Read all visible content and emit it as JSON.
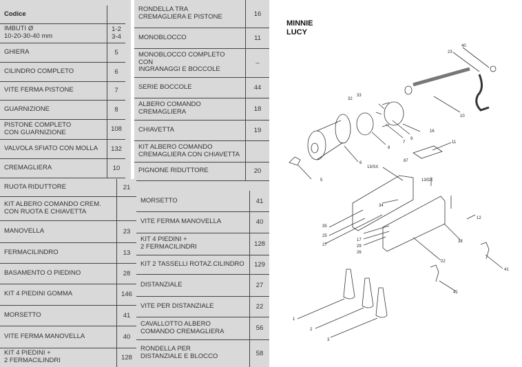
{
  "tables": {
    "top_left": {
      "header": "Codice",
      "rows": [
        {
          "desc": "IMBUTI  Ø\n 10-20-30-40 mm",
          "num": "1-2\n3-4"
        },
        {
          "desc": "GHIERA",
          "num": "5"
        },
        {
          "desc": "CILINDRO COMPLETO",
          "num": "6"
        },
        {
          "desc": "VITE FERMA  PISTONE",
          "num": "7"
        },
        {
          "desc": "GUARNIZIONE",
          "num": "8"
        },
        {
          "desc": "PISTONE COMPLETO\nCON GUARNIZIONE",
          "num": "108"
        },
        {
          "desc": "VALVOLA SFIATO CON MOLLA",
          "num": "132"
        },
        {
          "desc": "CREMAGLIERA",
          "num": "10"
        }
      ]
    },
    "top_middle": {
      "rows": [
        {
          "desc": "RONDELLA TRA\nCREMAGLIERA E PISTONE",
          "num": "16"
        },
        {
          "desc": "MONOBLOCCO",
          "num": "11"
        },
        {
          "desc": "MONOBLOCCO COMPLETO CON\nINGRANAGGI E BOCCOLE",
          "num": "–"
        },
        {
          "desc": "SERIE BOCCOLE",
          "num": "44"
        },
        {
          "desc": "ALBERO COMANDO CREMAGLIERA",
          "num": "18"
        },
        {
          "desc": "CHIAVETTA",
          "num": "19"
        },
        {
          "desc": "KIT ALBERO COMANDO\nCREMAGLIERA CON CHIAVETTA",
          "num": ""
        },
        {
          "desc": "PIGNONE RIDUTTORE",
          "num": "20"
        }
      ]
    },
    "bottom_left": {
      "rows": [
        {
          "desc": "RUOTA RIDUTTORE",
          "num": "21"
        },
        {
          "desc": "KIT ALBERO COMANDO CREM.\nCON RUOTA E CHIAVETTA",
          "num": ""
        },
        {
          "desc": "MANOVELLA",
          "num": "23"
        },
        {
          "desc": "FERMACILINDRO",
          "num": "13"
        },
        {
          "desc": "BASAMENTO O PIEDINO",
          "num": "28"
        },
        {
          "desc": "KIT 4 PIEDINI GOMMA",
          "num": "146"
        },
        {
          "desc": "MORSETTO",
          "num": "41"
        },
        {
          "desc": "VITE FERMA MANOVELLA",
          "num": "40"
        },
        {
          "desc": "KIT 4 PIEDINI +\n 2 FERMACILINDRI",
          "num": "128"
        }
      ]
    },
    "bottom_middle": {
      "rows": [
        {
          "desc": "MORSETTO",
          "num": "41"
        },
        {
          "desc": "VITE FERMA MANOVELLA",
          "num": "40"
        },
        {
          "desc": "KIT 4 PIEDINI +\n 2 FERMACILINDRI",
          "num": "128"
        },
        {
          "desc": "KIT 2 TASSELLI ROTAZ.CILINDRO",
          "num": "129"
        },
        {
          "desc": "DISTANZIALE",
          "num": "27"
        },
        {
          "desc": "VITE PER DISTANZIALE",
          "num": "22"
        },
        {
          "desc": "CAVALLOTTO ALBERO\nCOMANDO CREMAGLIERA",
          "num": "56"
        },
        {
          "desc": "RONDELLA PER\nDISTANZIALE E BLOCCO",
          "num": "58"
        }
      ]
    }
  },
  "diagram": {
    "title_line1": "MINNIE",
    "title_line2": "LUCY",
    "callouts": [
      "40",
      "23",
      "10",
      "16",
      "9",
      "7",
      "8",
      "33",
      "32",
      "6",
      "5",
      "11",
      "13/SX",
      "87",
      "13/DX",
      "12",
      "34",
      "35",
      "25",
      "27",
      "17",
      "29",
      "26",
      "22",
      "38",
      "41",
      "41",
      "1",
      "2",
      "3"
    ]
  }
}
